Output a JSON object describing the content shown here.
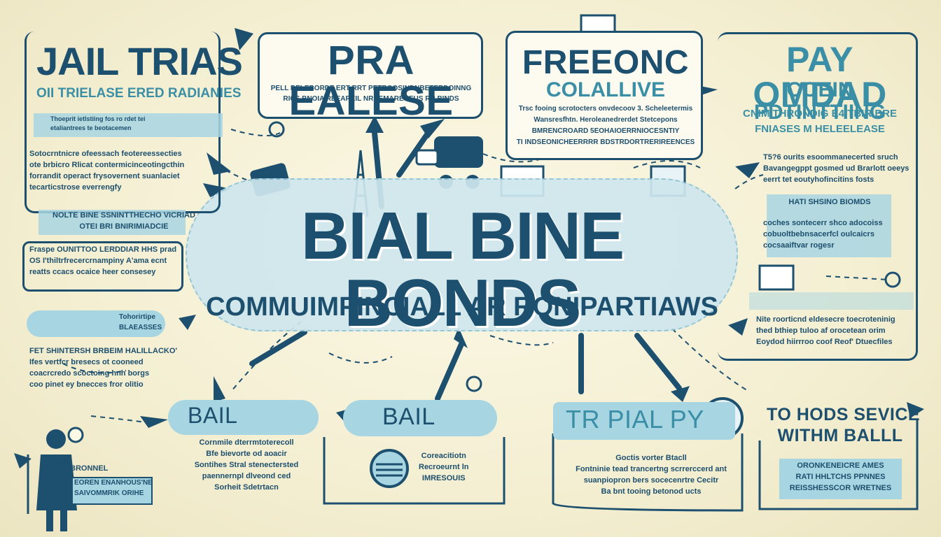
{
  "center": {
    "title": "BIAL BINE BONDS",
    "subtitle": "COMMUIMPINCIALL AR RONIPARTIAWS"
  },
  "jail": {
    "title": "JAIL TRIAS",
    "subtitle": "OII TRIELASE ERED RADIANIES",
    "band_lines": [
      "Thoeprit ietlstiing fos ro rdet tei",
      "etaliantrees te beotacemen"
    ],
    "body_lines": [
      "Sotocrntnicre ofeessach feotereessecties",
      "ote brbicro Rlicat contermicinceotingcthin",
      "forrandit operact frysovernent suanlaciet",
      "tecarticstrose everrengfy"
    ],
    "note_lines": [
      "NOLTE BINE SSNINTTHECHO VICRIAD",
      "OTEI BRI BNIRIMIADCIE"
    ],
    "extra_lines": [
      "Fraspe OUNITTOO LERDDIAR HHS prad",
      "OS I'thiltrfrecercrnampiny A'ama ecnt",
      "reatts ccacs ocaice heer consesey"
    ]
  },
  "pra": {
    "title": "PRA EALESE",
    "lines": [
      "PELL BELEBORDT ERT RRT PETROOSINDNBETERDOINNG",
      "RICS BNOIA REEAREIL NRBEMAREUEUS RR BINDS"
    ]
  },
  "freeonc": {
    "title": "FREEONC",
    "subtitle": "COLALLIVE",
    "lines": [
      "Trsc fooing scrotocters onvdecoov 3. Scheleetermis",
      "Wansresfhtn. Heroleanedrerdet Stetcepons",
      "BMRENCROARD 5EOHAIOERRNIOCESNTIY",
      "TI INDSEONICHEERRRR BDSTRDORTRERIREENCES"
    ]
  },
  "pay": {
    "title": "PAY OMDAD",
    "subtitle": "COEIN  PDTINTTIING",
    "lines": [
      "CNIMITHRONDIG E4 TBIR BRE",
      "FNIASES M HELEELEASE"
    ],
    "body_lines": [
      "T5?6 ourits  esoommanecerted sruch",
      "Bavangegppt gosmed ud Brarlott oeeys",
      "eerrt tet eoutyhofincitins fosts"
    ],
    "band": "HATI SHSINO BIOMDS",
    "band_lines": [
      "coches sontecerr shco adocoiss",
      "cobuoltbebnsacerfcl oulcaicrs",
      "cocsaaiftvar rogesr"
    ],
    "bottom_lines": [
      "Nite roorticnd eldesecre toecroteninig",
      "thed bthiep tuloo af orocetean orim",
      "Eoydod hiirrroo coof Reof' Dtuecfiles"
    ]
  },
  "left_small": {
    "pill": "Tohorirtipe BLAEASSES",
    "lines": [
      "FET SHINTERSH BRBEIM HALILLACKO'",
      "Ifes vertfcr bresecs ot cooneed",
      "coacrcredo scoctoing hnh borgs",
      "coo pinet ey bnecces fror olitio"
    ]
  },
  "bail1": {
    "label": "BAIL",
    "lines": [
      "Cornmile dterrmtoterecoll",
      "Bfe bievorte od aoacir",
      "Sontihes Stral stenectersted",
      "paennernpl dlveond ced",
      "Sorheit Sdetrtacn"
    ]
  },
  "bail2": {
    "label": "BAIL",
    "lines": [
      "Coreacitiotn",
      "Recroeurnt ln",
      "IMRESOUIS"
    ]
  },
  "trial": {
    "label": "TR PIAL PY",
    "lines": [
      "Goctis vorter Btacll",
      "Fontninie tead trancertng scrrerccerd ant",
      "suanpiopron bers socecenrtre Cecitr",
      "Ba bnt tooing betonod ucts"
    ]
  },
  "service": {
    "title_lines": [
      "TO HODS SEVICE",
      "WITHM BALLL"
    ],
    "lines": [
      "ORONKENEICRE AMES",
      "RATI HHLTCHS PPNNES",
      "REISSHESSCOR WRETNES"
    ]
  },
  "person": {
    "lines": [
      "BRONNEL",
      "EOREN ENANHOUS'NE",
      "SAIVOMMRIK ORIHE"
    ]
  },
  "colors": {
    "navy": "#1d4f6e",
    "teal": "#3a8fa6",
    "light_blue": "#a8d5e2",
    "background": "#f6f1d6"
  }
}
